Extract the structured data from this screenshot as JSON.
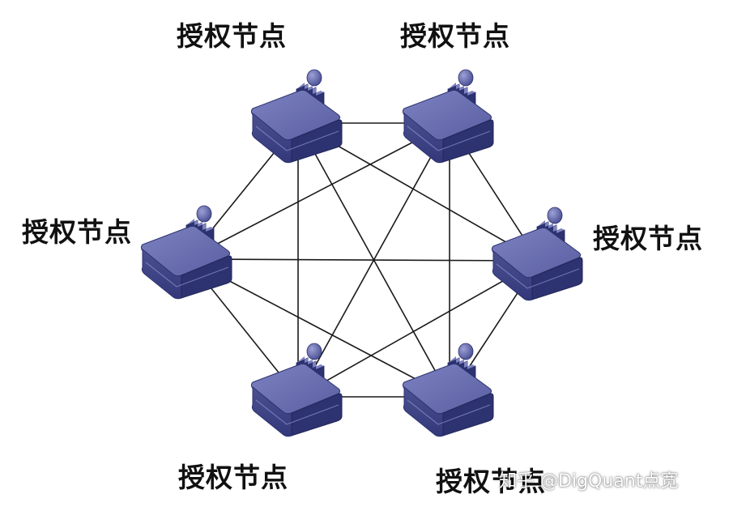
{
  "nodes": [
    {
      "id": "top-left",
      "label": "授权节点"
    },
    {
      "id": "top-right",
      "label": "授权节点"
    },
    {
      "id": "middle-left",
      "label": "授权节点"
    },
    {
      "id": "middle-right",
      "label": "授权节点"
    },
    {
      "id": "bottom-left",
      "label": "授权节点"
    },
    {
      "id": "bottom-right",
      "label": "授权节点"
    }
  ],
  "connections": [
    [
      "top-left",
      "top-right"
    ],
    [
      "top-left",
      "middle-left"
    ],
    [
      "top-left",
      "middle-right"
    ],
    [
      "top-left",
      "bottom-left"
    ],
    [
      "top-left",
      "bottom-right"
    ],
    [
      "top-right",
      "middle-left"
    ],
    [
      "top-right",
      "middle-right"
    ],
    [
      "top-right",
      "bottom-left"
    ],
    [
      "top-right",
      "bottom-right"
    ],
    [
      "middle-left",
      "middle-right"
    ],
    [
      "middle-left",
      "bottom-left"
    ],
    [
      "middle-left",
      "bottom-right"
    ],
    [
      "middle-right",
      "bottom-left"
    ],
    [
      "middle-right",
      "bottom-right"
    ],
    [
      "bottom-left",
      "bottom-right"
    ]
  ],
  "watermark": "知乎 @DigQuant点宽",
  "colors": {
    "node_top": "#6a6fb0",
    "node_front": "#3f4585",
    "node_side": "#2d3270",
    "line": "#1a1a1a"
  },
  "icons": {
    "node": "computer-workstation-icon"
  }
}
